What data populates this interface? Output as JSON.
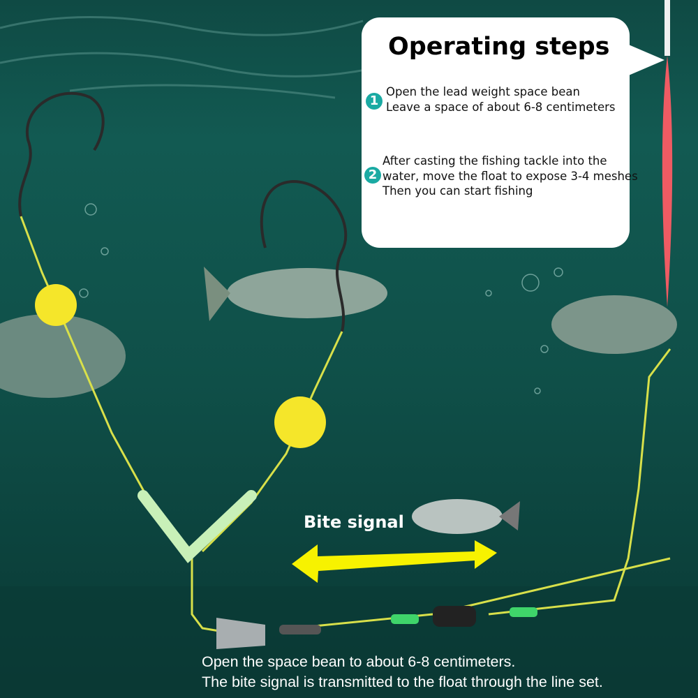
{
  "panel": {
    "title": "Operating steps",
    "steps": [
      {
        "number": "1",
        "lines": [
          "Open the lead weight space bean",
          "Leave a space of about 6-8 centimeters"
        ]
      },
      {
        "number": "2",
        "lines": [
          "After casting the fishing tackle into the",
          "water, move the float to expose 3-4 meshes",
          "Then you can start fishing"
        ]
      }
    ]
  },
  "bite_label": "Bite signal",
  "caption": {
    "line1": "Open the space bean to about 6-8 centimeters.",
    "line2": "The bite signal is transmitted to the float through the line set."
  },
  "colors": {
    "water": "#125a52",
    "accent": "#1aaaa3",
    "bead": "#f5e62a",
    "float": "#ef5b63",
    "line": "#d8e04a"
  }
}
